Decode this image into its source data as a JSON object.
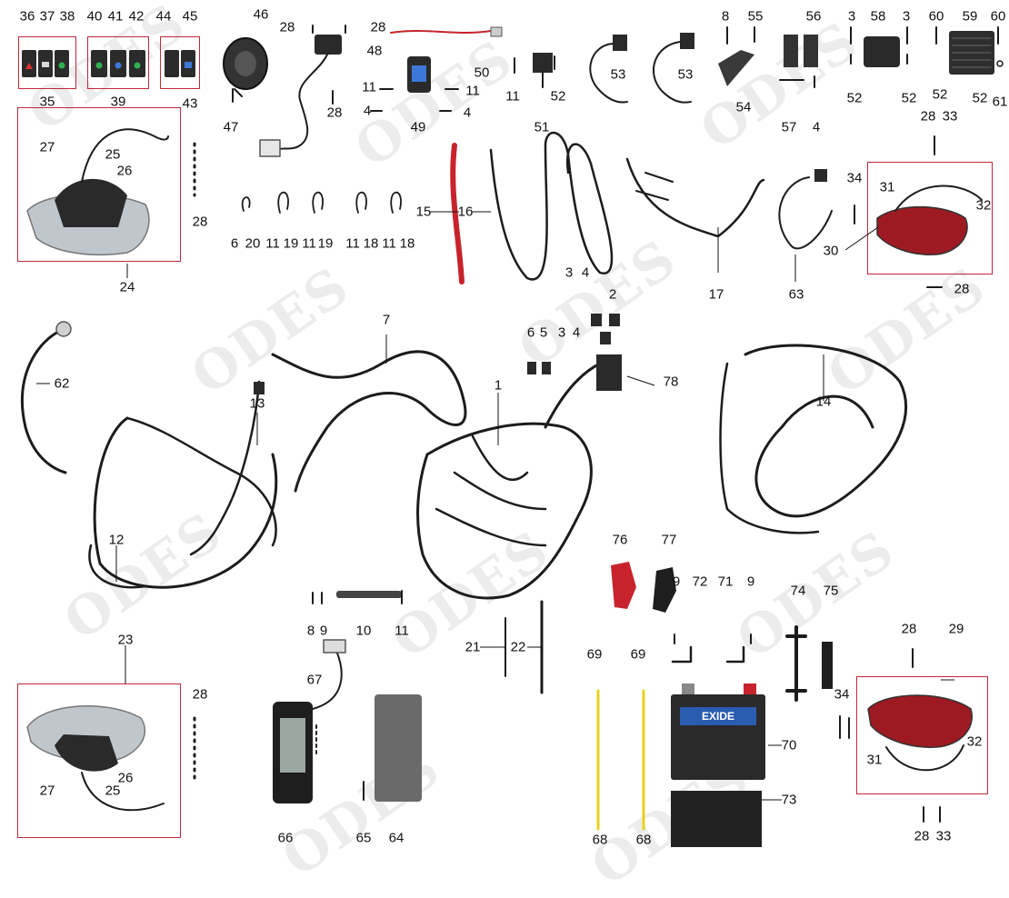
{
  "watermark": "ODES",
  "callouts": {
    "c1": "1",
    "c2": "2",
    "c3": "3",
    "c4": "4",
    "c5": "5",
    "c6": "6",
    "c7": "7",
    "c8": "8",
    "c9": "9",
    "c10": "10",
    "c11": "11",
    "c12": "12",
    "c13": "13",
    "c14": "14",
    "c15": "15",
    "c16": "16",
    "c17": "17",
    "c18": "18",
    "c19": "19",
    "c20": "20",
    "c21": "21",
    "c22": "22",
    "c23": "23",
    "c24": "24",
    "c25": "25",
    "c26": "26",
    "c27": "27",
    "c28": "28",
    "c29": "29",
    "c30": "30",
    "c31": "31",
    "c32": "32",
    "c33": "33",
    "c34": "34",
    "c35": "35",
    "c36": "36",
    "c37": "37",
    "c38": "38",
    "c39": "39",
    "c40": "40",
    "c41": "41",
    "c42": "42",
    "c43": "43",
    "c44": "44",
    "c45": "45",
    "c46": "46",
    "c47": "47",
    "c48": "48",
    "c49": "49",
    "c50": "50",
    "c51": "51",
    "c52": "52",
    "c53": "53",
    "c54": "54",
    "c55": "55",
    "c56": "56",
    "c57": "57",
    "c58": "58",
    "c59": "59",
    "c60": "60",
    "c61": "61",
    "c62": "62",
    "c63": "63",
    "c64": "64",
    "c65": "65",
    "c66": "66",
    "c67": "67",
    "c68": "68",
    "c69": "69",
    "c70": "70",
    "c71": "71",
    "c72": "72",
    "c73": "73",
    "c74": "74",
    "c75": "75",
    "c76": "76",
    "c77": "77",
    "c78": "78"
  },
  "colors": {
    "frame": "#c0283a",
    "wire": "#1c1c1c",
    "red_cable": "#c8232c",
    "lamp_red": "#9e1a22",
    "strap_yellow": "#e8d020",
    "battery_blue": "#2a5db0",
    "part_dark": "#2a2a2a"
  },
  "battery_brand": "EXIDE"
}
